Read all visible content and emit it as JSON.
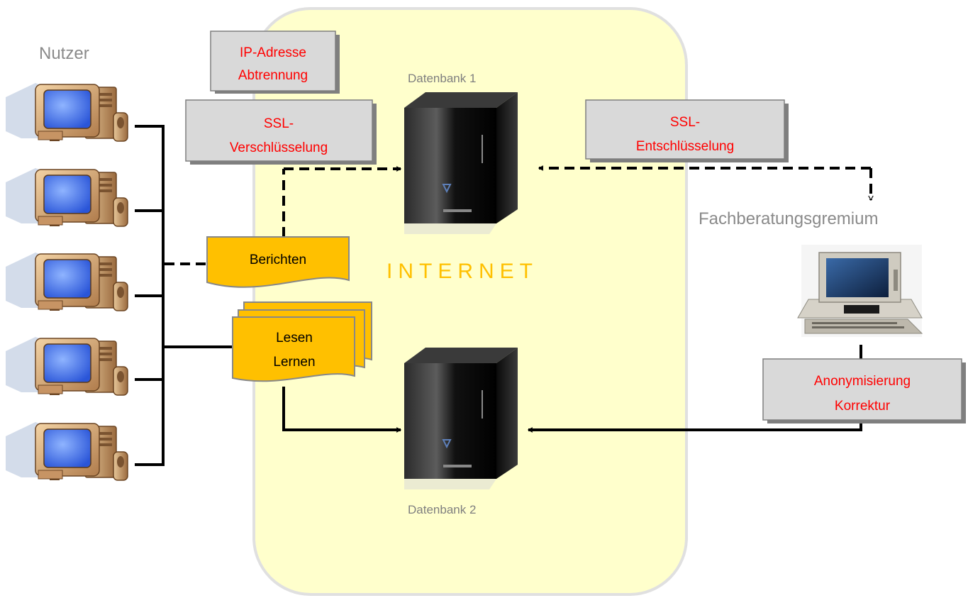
{
  "labels": {
    "users": "Nutzer",
    "database1": "Datenbank 1",
    "database2": "Datenbank 2",
    "internet": "INTERNET",
    "committee": "Fachberatungsgremium"
  },
  "boxes": {
    "ip": [
      "IP-Adresse",
      "Abtrennung"
    ],
    "ssl_encrypt": [
      "SSL-",
      "Verschlüsselung"
    ],
    "ssl_decrypt": [
      "SSL-",
      "Entschlüsselung"
    ],
    "anonym": [
      "Anonymisierung",
      "Korrektur"
    ]
  },
  "documents": {
    "report": "Berichten",
    "read_learn": [
      "Lesen",
      "Lernen"
    ]
  },
  "colors": {
    "internet_region": "#ffffcc",
    "region_border": "#e0e0e0",
    "box_fill": "#d9d9d9",
    "box_shadow": "#7f7f7f",
    "document_fill": "#ffc000",
    "red_text": "#ff0000",
    "internet_text": "#ffc000"
  },
  "icons": {
    "user": "desktop-pc-icon",
    "server": "tower-server-icon",
    "committee_pc": "retro-ibm-pc-icon"
  }
}
